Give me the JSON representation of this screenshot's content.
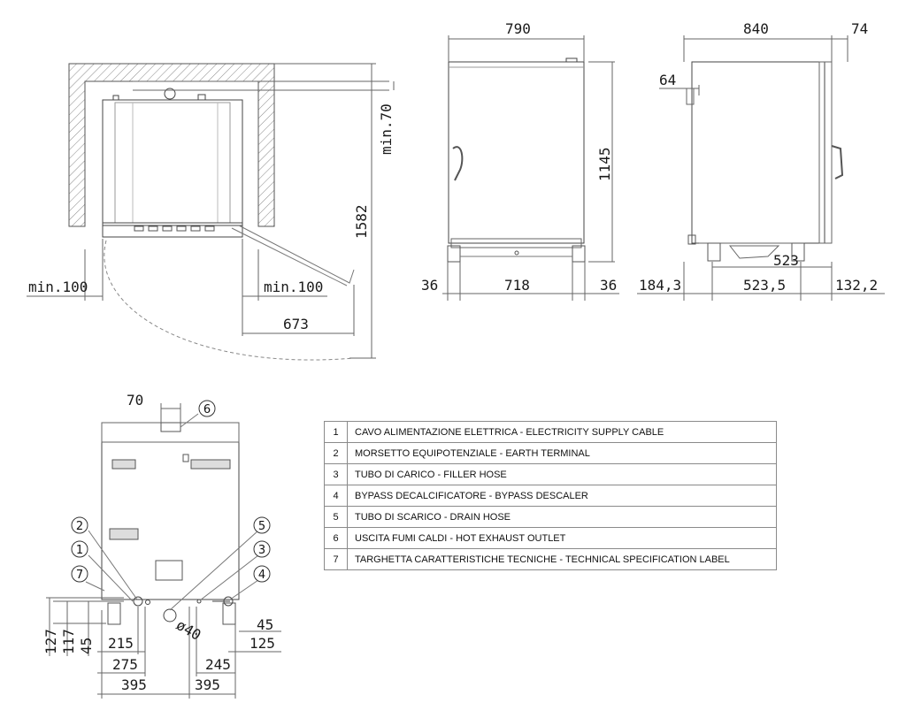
{
  "dimensions": {
    "top_view": {
      "min_left": "min.100",
      "min_right": "min.100",
      "min_top": "min.70",
      "depth_door_open": "1582",
      "door_swing": "673"
    },
    "front_view": {
      "width": "790",
      "height": "1145",
      "left_foot": "36",
      "foot_span": "718",
      "right_foot": "36"
    },
    "side_view": {
      "depth": "840",
      "handle_offset": "74",
      "top_offset": "64",
      "back_foot": "184,3",
      "foot_span": "523,5",
      "front_overhang": "132,2",
      "base_length": "523"
    },
    "rear_view": {
      "exhaust_width": "70",
      "h_127": "127",
      "h_117": "117",
      "h_45_left": "45",
      "x_215": "215",
      "x_275": "275",
      "x_395_left": "395",
      "drain_diameter": "ø40",
      "x_245": "245",
      "x_395_right": "395",
      "x_125": "125",
      "h_45_right": "45"
    }
  },
  "callouts": [
    "6",
    "2",
    "1",
    "7",
    "5",
    "3",
    "4"
  ],
  "legend": [
    {
      "num": "1",
      "text": "CAVO ALIMENTAZIONE ELETTRICA - ELECTRICITY SUPPLY CABLE"
    },
    {
      "num": "2",
      "text": "MORSETTO EQUIPOTENZIALE - EARTH TERMINAL"
    },
    {
      "num": "3",
      "text": "TUBO DI CARICO - FILLER HOSE"
    },
    {
      "num": "4",
      "text": "BYPASS DECALCIFICATORE - BYPASS DESCALER"
    },
    {
      "num": "5",
      "text": "TUBO DI SCARICO - DRAIN HOSE"
    },
    {
      "num": "6",
      "text": "USCITA FUMI CALDI - HOT EXHAUST OUTLET"
    },
    {
      "num": "7",
      "text": "TARGHETTA CARATTERISTICHE TECNICHE - TECHNICAL SPECIFICATION LABEL"
    }
  ]
}
